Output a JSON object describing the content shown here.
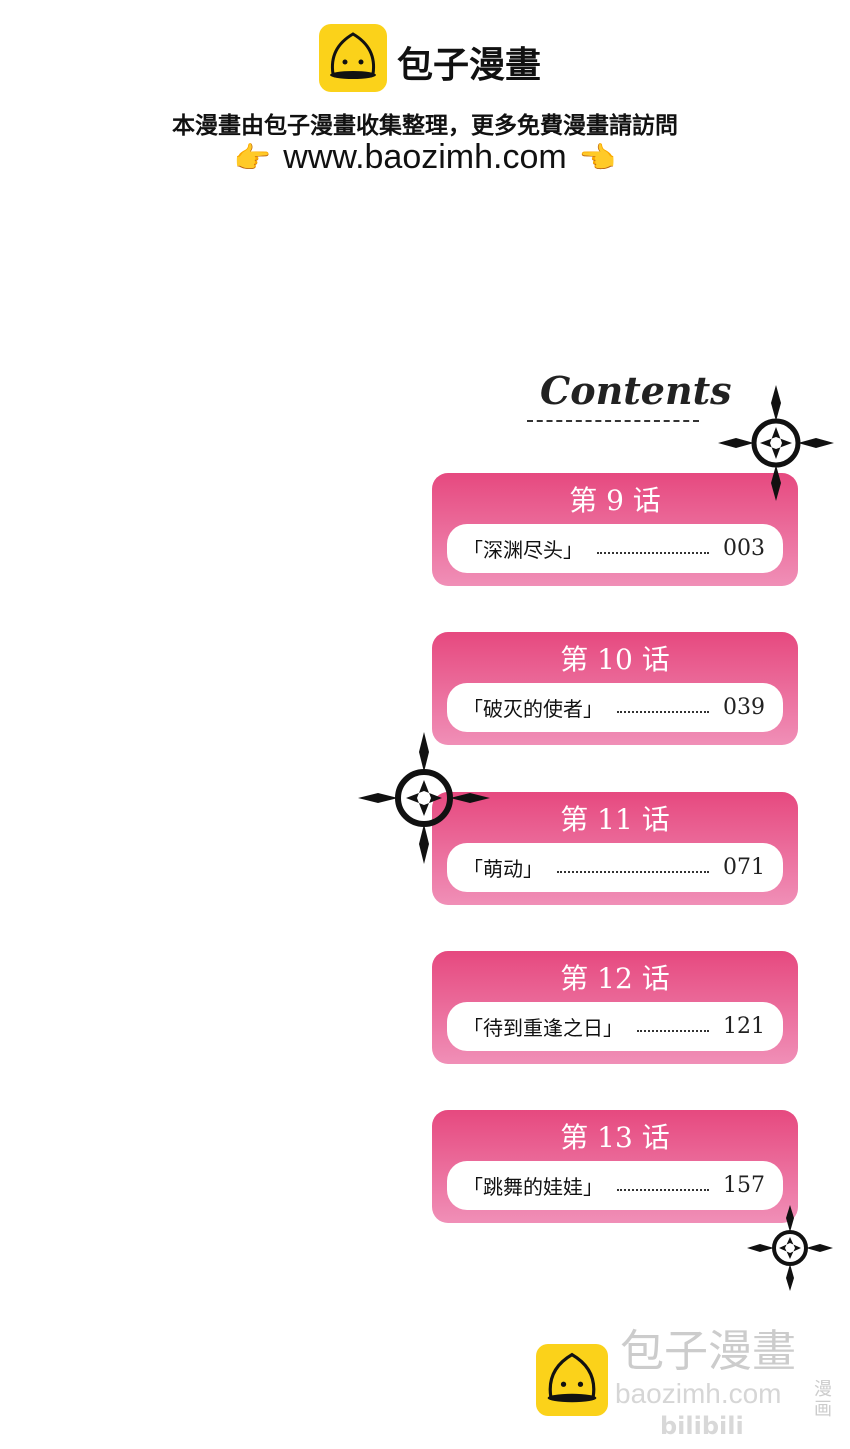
{
  "header": {
    "brand": "包子漫畫",
    "notice": "本漫畫由包子漫畫收集整理，更多免費漫畫請訪問",
    "url": "www.baozimh.com",
    "hand_left": "👉",
    "hand_right": "👈"
  },
  "toc": {
    "title": "Contents",
    "entries": [
      {
        "chapter": "第 9 话",
        "title": "「深渊尽头」",
        "page": "003"
      },
      {
        "chapter": "第 10 话",
        "title": "「破灭的使者」",
        "page": "039"
      },
      {
        "chapter": "第 11 话",
        "title": "「萌动」",
        "page": "071"
      },
      {
        "chapter": "第 12 话",
        "title": "「待到重逢之日」",
        "page": "121"
      },
      {
        "chapter": "第 13 话",
        "title": "「跳舞的娃娃」",
        "page": "157"
      }
    ]
  },
  "watermark": {
    "brand": "包子漫畫",
    "url": "baozimh.com",
    "bili": "bilibili",
    "bili_cn": "漫画"
  },
  "colors": {
    "card_top": "#e6497f",
    "card_bottom": "#f08fb7",
    "logo": "#fbd21a"
  }
}
